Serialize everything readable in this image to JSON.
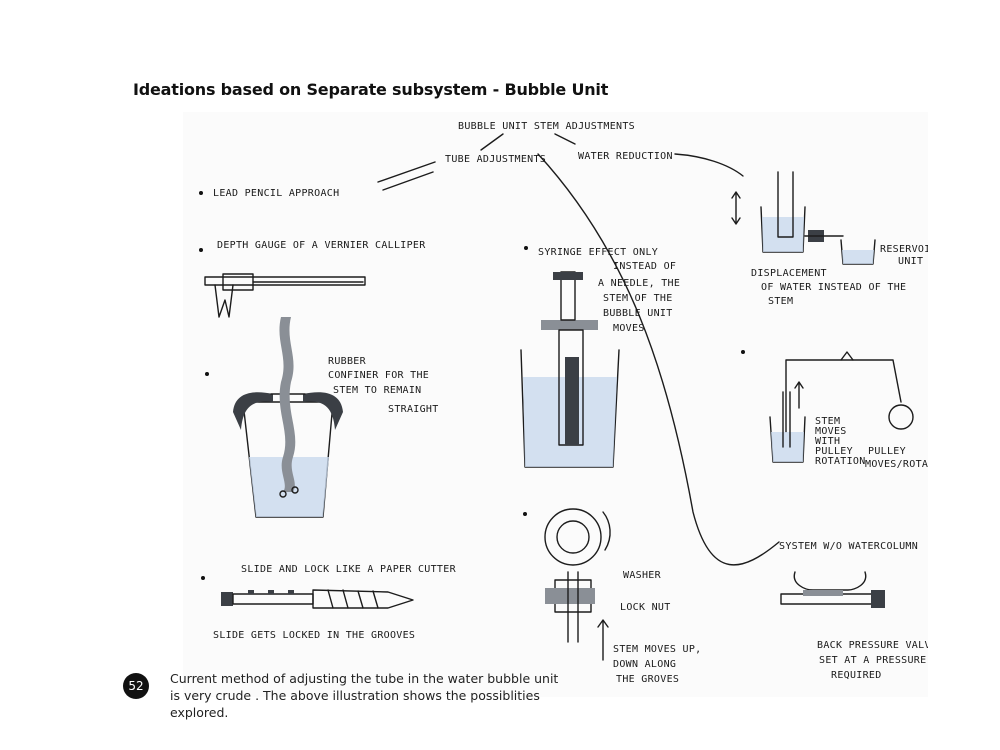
{
  "title": "Ideations based on Separate subsystem - Bubble Unit",
  "sketch": {
    "heading": "BUBBLE UNIT STEM ADJUSTMENTS",
    "branch_left": "TUBE ADJUSTMENTS",
    "branch_right": "WATER REDUCTION",
    "items": {
      "lead_pencil": "LEAD PENCIL APPROACH",
      "depth_gauge": "DEPTH GAUGE OF A VERNIER CALLIPER",
      "rubber": [
        "RUBBER",
        "CONFINER FOR THE",
        "STEM TO REMAIN",
        "STRAIGHT"
      ],
      "slide_lock": "SLIDE AND LOCK LIKE A PAPER CUTTER",
      "slide_note": "SLIDE GETS LOCKED IN THE GROOVES",
      "syringe": [
        "SYRINGE EFFECT ONLY",
        "INSTEAD OF",
        "A NEEDLE, THE",
        "STEM OF THE",
        "BUBBLE UNIT",
        "MOVES"
      ],
      "washer": "WASHER",
      "lock_nut": "LOCK NUT",
      "stem_moves": [
        "STEM MOVES UP,",
        "DOWN ALONG",
        "THE GROVES"
      ],
      "displacement": [
        "DISPLACEMENT",
        "OF WATER INSTEAD OF THE",
        "STEM"
      ],
      "reservoir": [
        "RESERVOIR",
        "UNIT"
      ],
      "pulley_stem": [
        "STEM",
        "MOVES",
        "WITH",
        "PULLEY",
        "ROTATION"
      ],
      "pulley_note": [
        "PULLEY",
        "MOVES/ROTATES"
      ],
      "system_no_water": "SYSTEM W/O WATERCOLUMN",
      "back_pressure": [
        "BACK PRESSURE VALVE",
        "SET AT A PRESSURE",
        "REQUIRED"
      ]
    }
  },
  "page_number": "52",
  "caption": "Current method of adjusting the tube in the water bubble unit is very crude . The above illustration shows the possiblities explored."
}
